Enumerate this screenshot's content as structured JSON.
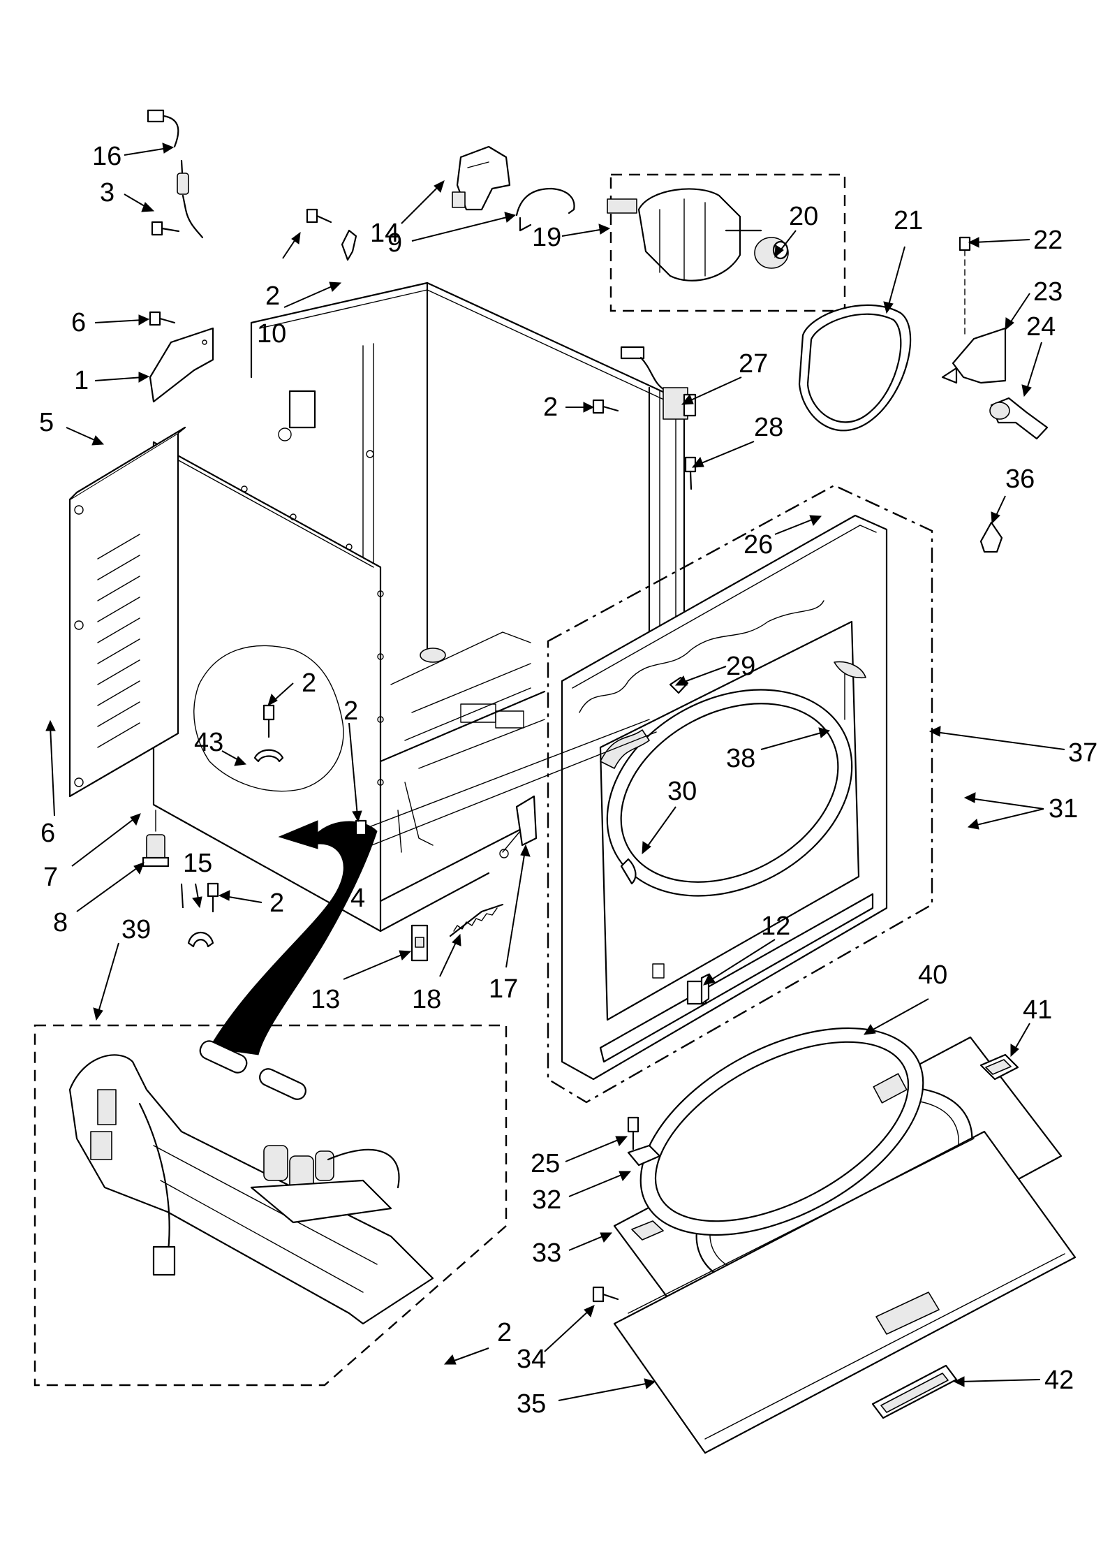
{
  "diagram": {
    "callouts": [
      {
        "id": "c16",
        "label": "16"
      },
      {
        "id": "c3",
        "label": "3"
      },
      {
        "id": "c14",
        "label": "14"
      },
      {
        "id": "c9",
        "label": "9"
      },
      {
        "id": "c19",
        "label": "19"
      },
      {
        "id": "c20",
        "label": "20"
      },
      {
        "id": "c21",
        "label": "21"
      },
      {
        "id": "c22",
        "label": "22"
      },
      {
        "id": "c23",
        "label": "23"
      },
      {
        "id": "c24",
        "label": "24"
      },
      {
        "id": "c2a",
        "label": "2"
      },
      {
        "id": "c10",
        "label": "10"
      },
      {
        "id": "c6a",
        "label": "6"
      },
      {
        "id": "c1",
        "label": "1"
      },
      {
        "id": "c5",
        "label": "5"
      },
      {
        "id": "c27",
        "label": "27"
      },
      {
        "id": "c2b",
        "label": "2"
      },
      {
        "id": "c28",
        "label": "28"
      },
      {
        "id": "c36",
        "label": "36"
      },
      {
        "id": "c26",
        "label": "26"
      },
      {
        "id": "c2c",
        "label": "2"
      },
      {
        "id": "c29",
        "label": "29"
      },
      {
        "id": "c43",
        "label": "43"
      },
      {
        "id": "c2d",
        "label": "2"
      },
      {
        "id": "c38",
        "label": "38"
      },
      {
        "id": "c37",
        "label": "37"
      },
      {
        "id": "c6b",
        "label": "6"
      },
      {
        "id": "c30",
        "label": "30"
      },
      {
        "id": "c31",
        "label": "31"
      },
      {
        "id": "c7",
        "label": "7"
      },
      {
        "id": "c15",
        "label": "15"
      },
      {
        "id": "c4",
        "label": "4"
      },
      {
        "id": "c8",
        "label": "8"
      },
      {
        "id": "c2e",
        "label": "2"
      },
      {
        "id": "c39",
        "label": "39"
      },
      {
        "id": "c12",
        "label": "12"
      },
      {
        "id": "c13",
        "label": "13"
      },
      {
        "id": "c18",
        "label": "18"
      },
      {
        "id": "c17",
        "label": "17"
      },
      {
        "id": "c40",
        "label": "40"
      },
      {
        "id": "c41",
        "label": "41"
      },
      {
        "id": "c25",
        "label": "25"
      },
      {
        "id": "c32",
        "label": "32"
      },
      {
        "id": "c33",
        "label": "33"
      },
      {
        "id": "c2f",
        "label": "2"
      },
      {
        "id": "c34",
        "label": "34"
      },
      {
        "id": "c42",
        "label": "42"
      },
      {
        "id": "c35",
        "label": "35"
      }
    ]
  }
}
